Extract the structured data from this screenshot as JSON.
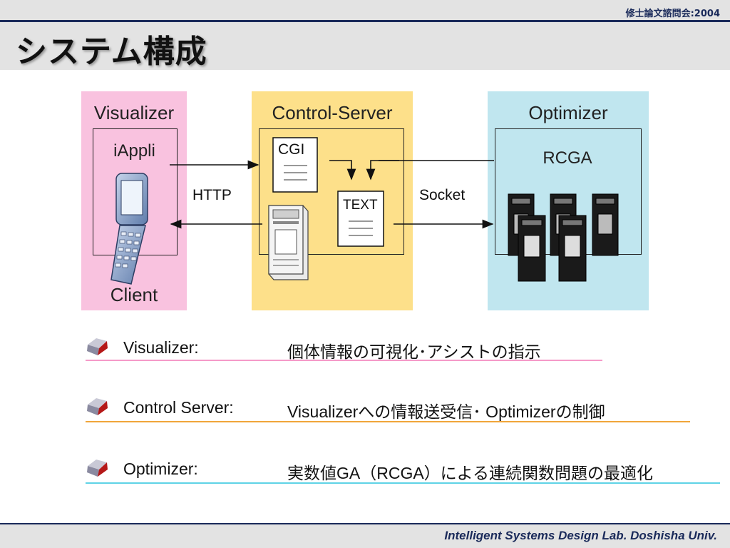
{
  "header": {
    "conference": "修士論文諮問会:2004",
    "title": "システム構成"
  },
  "diagram": {
    "visualizer": {
      "label": "Visualizer",
      "inner": "iAppli",
      "bottom": "Client",
      "color": "#f9c2df"
    },
    "control": {
      "label": "Control-Server",
      "cgi": "CGI",
      "text": "TEXT",
      "color": "#fde08a"
    },
    "optimizer": {
      "label": "Optimizer",
      "inner": "RCGA",
      "color": "#c0e6ef"
    },
    "http_label": "HTTP",
    "socket_label": "Socket"
  },
  "bullets": [
    {
      "key": "Visualizer:",
      "value": "個体情報の可視化･アシストの指示",
      "line_color": "#f59ac8"
    },
    {
      "key": "Control Server:",
      "value": "Visualizerへの情報送受信･ Optimizerの制御",
      "line_color": "#f0a63a"
    },
    {
      "key": "Optimizer:",
      "value": "実数値GA（RCGA）による連続関数問題の最適化",
      "line_color": "#5fd3e6"
    }
  ],
  "footer": {
    "lab": "Intelligent Systems Design Lab. Doshisha Univ."
  }
}
